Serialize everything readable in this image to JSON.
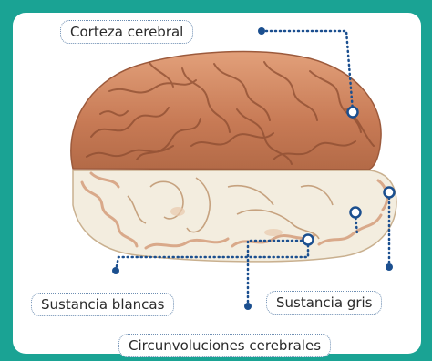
{
  "labels": {
    "cortex": "Corteza cerebral",
    "white_matter": "Sustancia blancas",
    "gray_matter": "Sustancia gris",
    "convolutions": "Circunvoluciones cerebrales"
  },
  "colors": {
    "frame": "#1aa394",
    "panel": "#ffffff",
    "leader_line": "#1b4f8f",
    "cortex_surface": "#c77a55",
    "section_white": "#f3eddf",
    "section_gray": "#d9a98a"
  }
}
